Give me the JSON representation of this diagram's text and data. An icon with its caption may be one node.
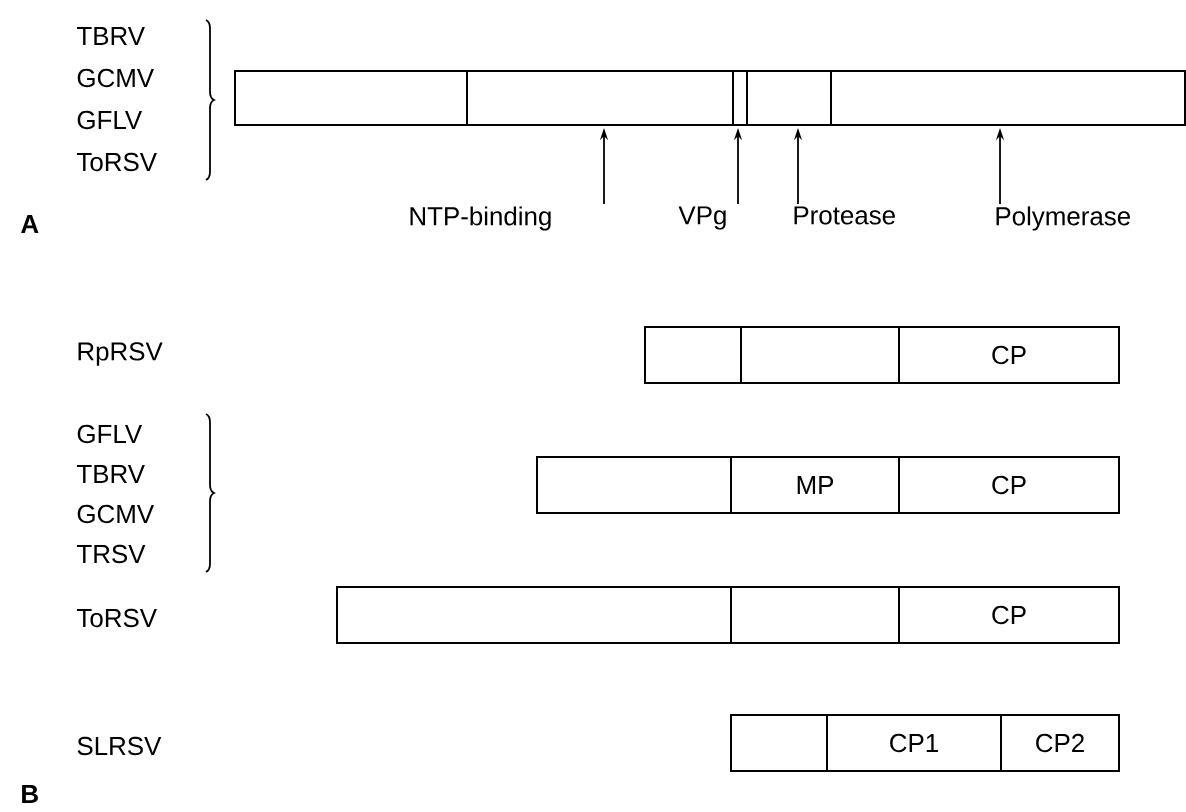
{
  "diagram": {
    "nodes": [
      {
        "text": [],
        "shape": "box"
      },
      {
        "text": [],
        "shape": "box"
      },
      {
        "text": [],
        "shape": "box"
      },
      {
        "text": [],
        "shape": "box"
      },
      {
        "text": [],
        "shape": "box"
      },
      {
        "text": [
          "NTP-binding"
        ]
      },
      {
        "text": [
          "VPg"
        ]
      },
      {
        "text": [
          "Protease"
        ]
      },
      {
        "text": [
          "Polymerase"
        ]
      },
      {
        "text": [],
        "shape": "box"
      },
      {
        "text": [],
        "shape": "box"
      },
      {
        "text": [
          "CP"
        ]
      },
      {
        "text": [],
        "shape": "box"
      },
      {
        "text": [
          "MP"
        ]
      },
      {
        "text": [
          "CP"
        ]
      },
      {
        "text": [],
        "shape": "box"
      },
      {
        "text": [],
        "shape": "box"
      },
      {
        "text": [
          "CP"
        ]
      },
      {
        "text": [],
        "shape": "box"
      },
      {
        "text": [
          "CP1"
        ]
      },
      {
        "text": [
          "CP2"
        ]
      }
    ],
    "edges": [
      {
        "from": 5,
        "to": 1,
        "arrow": "to"
      },
      {
        "from": 6,
        "to": 2,
        "arrow": "to"
      },
      {
        "from": 7,
        "to": 3,
        "arrow": "to"
      },
      {
        "from": 8,
        "to": 4,
        "arrow": "to"
      }
    ],
    "labels": [
      "TBRV",
      "GCMV",
      "GFLV",
      "ToRSV",
      "A",
      "RpRSV",
      "GFLV",
      "TBRV",
      "GCMV",
      "TRSV",
      "ToRSV",
      "SLRSV",
      "B"
    ]
  }
}
